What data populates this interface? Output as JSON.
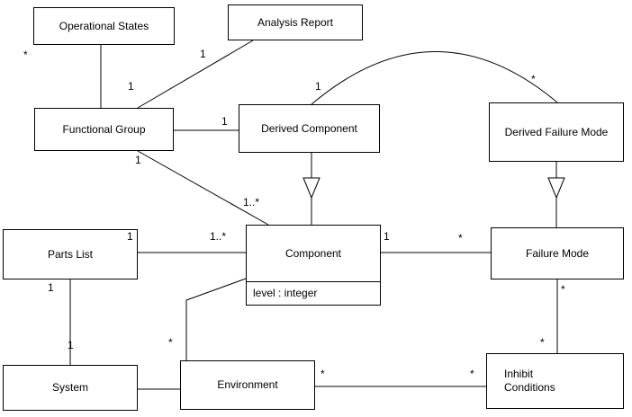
{
  "diagram": {
    "type": "uml-class-diagram",
    "classes": {
      "operational_states": {
        "name": "Operational States"
      },
      "analysis_report": {
        "name": "Analysis Report"
      },
      "functional_group": {
        "name": "Functional Group"
      },
      "derived_component": {
        "name": "Derived Component"
      },
      "derived_failure_mode": {
        "name": "Derived Failure Mode"
      },
      "parts_list": {
        "name": "Parts List"
      },
      "component": {
        "name": "Component",
        "attribute": "level : integer"
      },
      "failure_mode": {
        "name": "Failure Mode"
      },
      "system": {
        "name": "System"
      },
      "environment": {
        "name": "Environment"
      },
      "inhibit_conditions": {
        "name": "Inhibit Conditions"
      }
    },
    "multiplicities": {
      "operational_states_end": "*",
      "functional_group_analysis_end": "1",
      "analysis_report_end": "1",
      "derived_component_arc_end": "1",
      "derived_failure_mode_arc_end": "*",
      "derived_component_left_end": "1",
      "functional_group_bottom_end": "1",
      "component_top_end": "1..*",
      "component_left_end": "1..*",
      "parts_list_right_end": "1",
      "component_right_end": "1",
      "failure_mode_left_end": "*",
      "parts_list_bottom_end": "1",
      "failure_mode_bottom_end": "*",
      "system_top_end": "1",
      "environment_top_end": "*",
      "environment_right_end": "*",
      "inhibit_conditions_left_end": "*",
      "inhibit_conditions_top_end": "*"
    }
  }
}
